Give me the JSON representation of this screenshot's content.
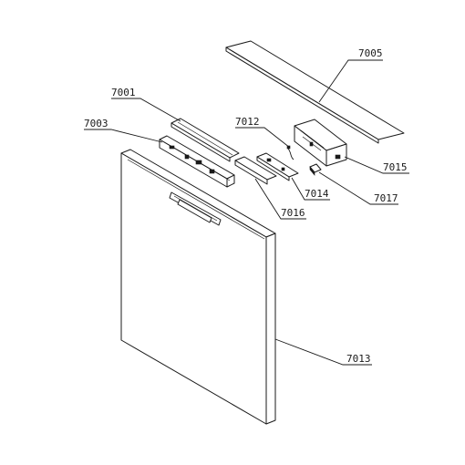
{
  "parts": [
    {
      "id": "decor-strip",
      "label": "7005"
    },
    {
      "id": "control-panel",
      "label": "7001"
    },
    {
      "id": "electronic-module",
      "label": "7003"
    },
    {
      "id": "cable",
      "label": "7012"
    },
    {
      "id": "module-housing",
      "label": "7015"
    },
    {
      "id": "clip",
      "label": "7014"
    },
    {
      "id": "small-part",
      "label": "7017"
    },
    {
      "id": "button-cover",
      "label": "7016"
    },
    {
      "id": "door-panel",
      "label": "7013"
    }
  ]
}
